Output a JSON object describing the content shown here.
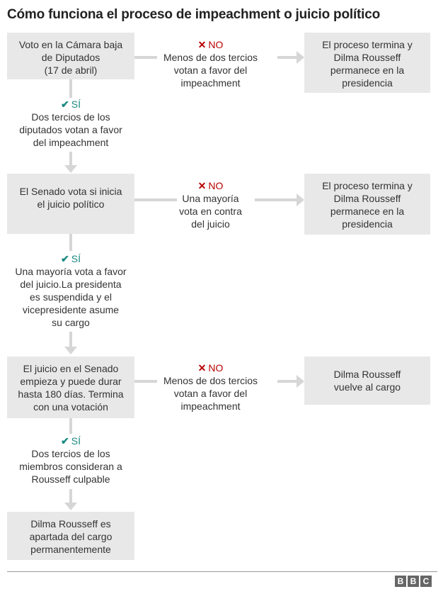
{
  "title": "Cómo funciona el proceso de  impeachment o juicio político",
  "no_label": "NO",
  "si_label": "SÍ",
  "steps": [
    {
      "box": "Voto en la Cámara baja\nde Diputados\n(17 de abril)",
      "no_text": "Menos de dos tercios\nvotan a favor del\nimpeachment",
      "no_result": "El proceso termina y\nDilma Rousseff\npermanece en la\npresidencia",
      "si_text": "Dos tercios de los\ndiputados votan a favor\ndel impeachment"
    },
    {
      "box": "El Senado vota si inicia\nel juicio político",
      "no_text": "Una mayoría\nvota en contra\ndel juicio",
      "no_result": "El proceso termina y\nDilma Rousseff\npermanece en la\npresidencia",
      "si_text": "Una mayoría vota a favor\ndel juicio.La presidenta\nes suspendida y el\nvicepresidente asume\nsu cargo"
    },
    {
      "box": "El juicio en el Senado\nempieza y puede durar\nhasta 180 días. Termina\ncon una votación",
      "no_text": "Menos de dos tercios\nvotan a favor del\nimpeachment",
      "no_result": "Dilma Rousseff\nvuelve al cargo",
      "si_text": "Dos tercios de los\nmiembros consideran a\nRousseff culpable"
    }
  ],
  "final": "Dilma Rousseff es\napartada del cargo\npermanentemente",
  "logo": "BBC",
  "colors": {
    "no": "#b80000",
    "si": "#1a8a80",
    "box": "#e8e8e8",
    "line": "#d6d6d6"
  }
}
